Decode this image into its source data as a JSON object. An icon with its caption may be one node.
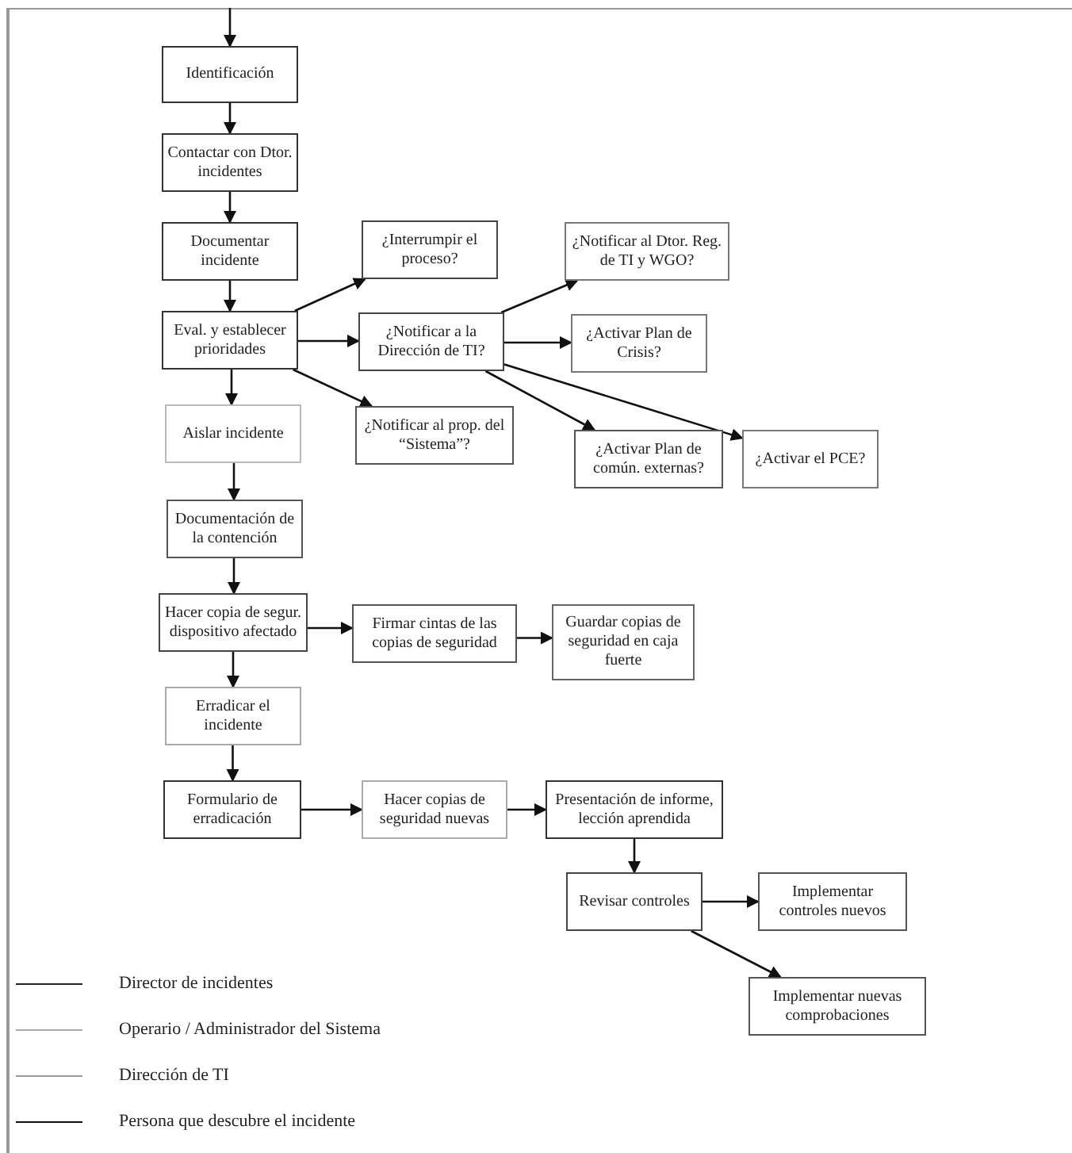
{
  "diagram": {
    "nodes": [
      {
        "text": [
          "Identificación"
        ]
      },
      {
        "text": [
          "Contactar con Dtor. incidentes"
        ]
      },
      {
        "text": [
          "Documentar incidente"
        ]
      },
      {
        "text": [
          "Eval. y establecer prioridades"
        ]
      },
      {
        "text": [
          "Aislar incidente"
        ]
      },
      {
        "text": [
          "Documentación de la contención"
        ]
      },
      {
        "text": [
          "Hacer copia de segur. dispositivo afectado"
        ]
      },
      {
        "text": [
          "Erradicar el incidente"
        ]
      },
      {
        "text": [
          "Formulario de erradicación"
        ]
      },
      {
        "text": [
          "¿Interrumpir el proceso?"
        ]
      },
      {
        "text": [
          "¿Notificar a la Dirección de TI?"
        ]
      },
      {
        "text": [
          "¿Notificar al prop. del “Sistema”?"
        ]
      },
      {
        "text": [
          "¿Notificar al Dtor. Reg. de TI y WGO?"
        ]
      },
      {
        "text": [
          "¿Activar Plan de Crisis?"
        ]
      },
      {
        "text": [
          "¿Activar Plan de común. externas?"
        ]
      },
      {
        "text": [
          "¿Activar el PCE?"
        ]
      },
      {
        "text": [
          "Firmar cintas de las copias de seguridad"
        ]
      },
      {
        "text": [
          "Guardar copias de seguridad en caja fuerte"
        ]
      },
      {
        "text": [
          "Hacer copias de seguridad nuevas"
        ]
      },
      {
        "text": [
          "Presentación de informe, lección aprendida"
        ]
      },
      {
        "text": [
          "Revisar controles"
        ]
      },
      {
        "text": [
          "Implementar controles nuevos"
        ]
      },
      {
        "text": [
          "Implementar nuevas comprobaciones"
        ]
      }
    ],
    "edges": [
      {
        "from": null,
        "to": 0,
        "arrow": "to"
      },
      {
        "from": 0,
        "to": 1,
        "arrow": "to"
      },
      {
        "from": 1,
        "to": 2,
        "arrow": "to"
      },
      {
        "from": 2,
        "to": 3,
        "arrow": "to"
      },
      {
        "from": 3,
        "to": 4,
        "arrow": "to"
      },
      {
        "from": 4,
        "to": 5,
        "arrow": "to"
      },
      {
        "from": 5,
        "to": 6,
        "arrow": "to"
      },
      {
        "from": 6,
        "to": 7,
        "arrow": "to"
      },
      {
        "from": 7,
        "to": 8,
        "arrow": "to"
      },
      {
        "from": 3,
        "to": 9,
        "arrow": "to"
      },
      {
        "from": 3,
        "to": 10,
        "arrow": "to"
      },
      {
        "from": 3,
        "to": 11,
        "arrow": "to"
      },
      {
        "from": 10,
        "to": 12,
        "arrow": "to"
      },
      {
        "from": 10,
        "to": 13,
        "arrow": "to"
      },
      {
        "from": 10,
        "to": 14,
        "arrow": "to"
      },
      {
        "from": 10,
        "to": 15,
        "arrow": "to"
      },
      {
        "from": 6,
        "to": 16,
        "arrow": "to"
      },
      {
        "from": 16,
        "to": 17,
        "arrow": "to"
      },
      {
        "from": 8,
        "to": 18,
        "arrow": "to"
      },
      {
        "from": 18,
        "to": 19,
        "arrow": "to"
      },
      {
        "from": 19,
        "to": 20,
        "arrow": "to"
      },
      {
        "from": 20,
        "to": 21,
        "arrow": "to"
      },
      {
        "from": 20,
        "to": 22,
        "arrow": "to"
      }
    ],
    "legend": [
      {
        "text": "Director de incidentes"
      },
      {
        "text": "Operario / Administrador del Sistema"
      },
      {
        "text": "Dirección de TI"
      },
      {
        "text": "Persona que descubre el incidente"
      }
    ]
  }
}
